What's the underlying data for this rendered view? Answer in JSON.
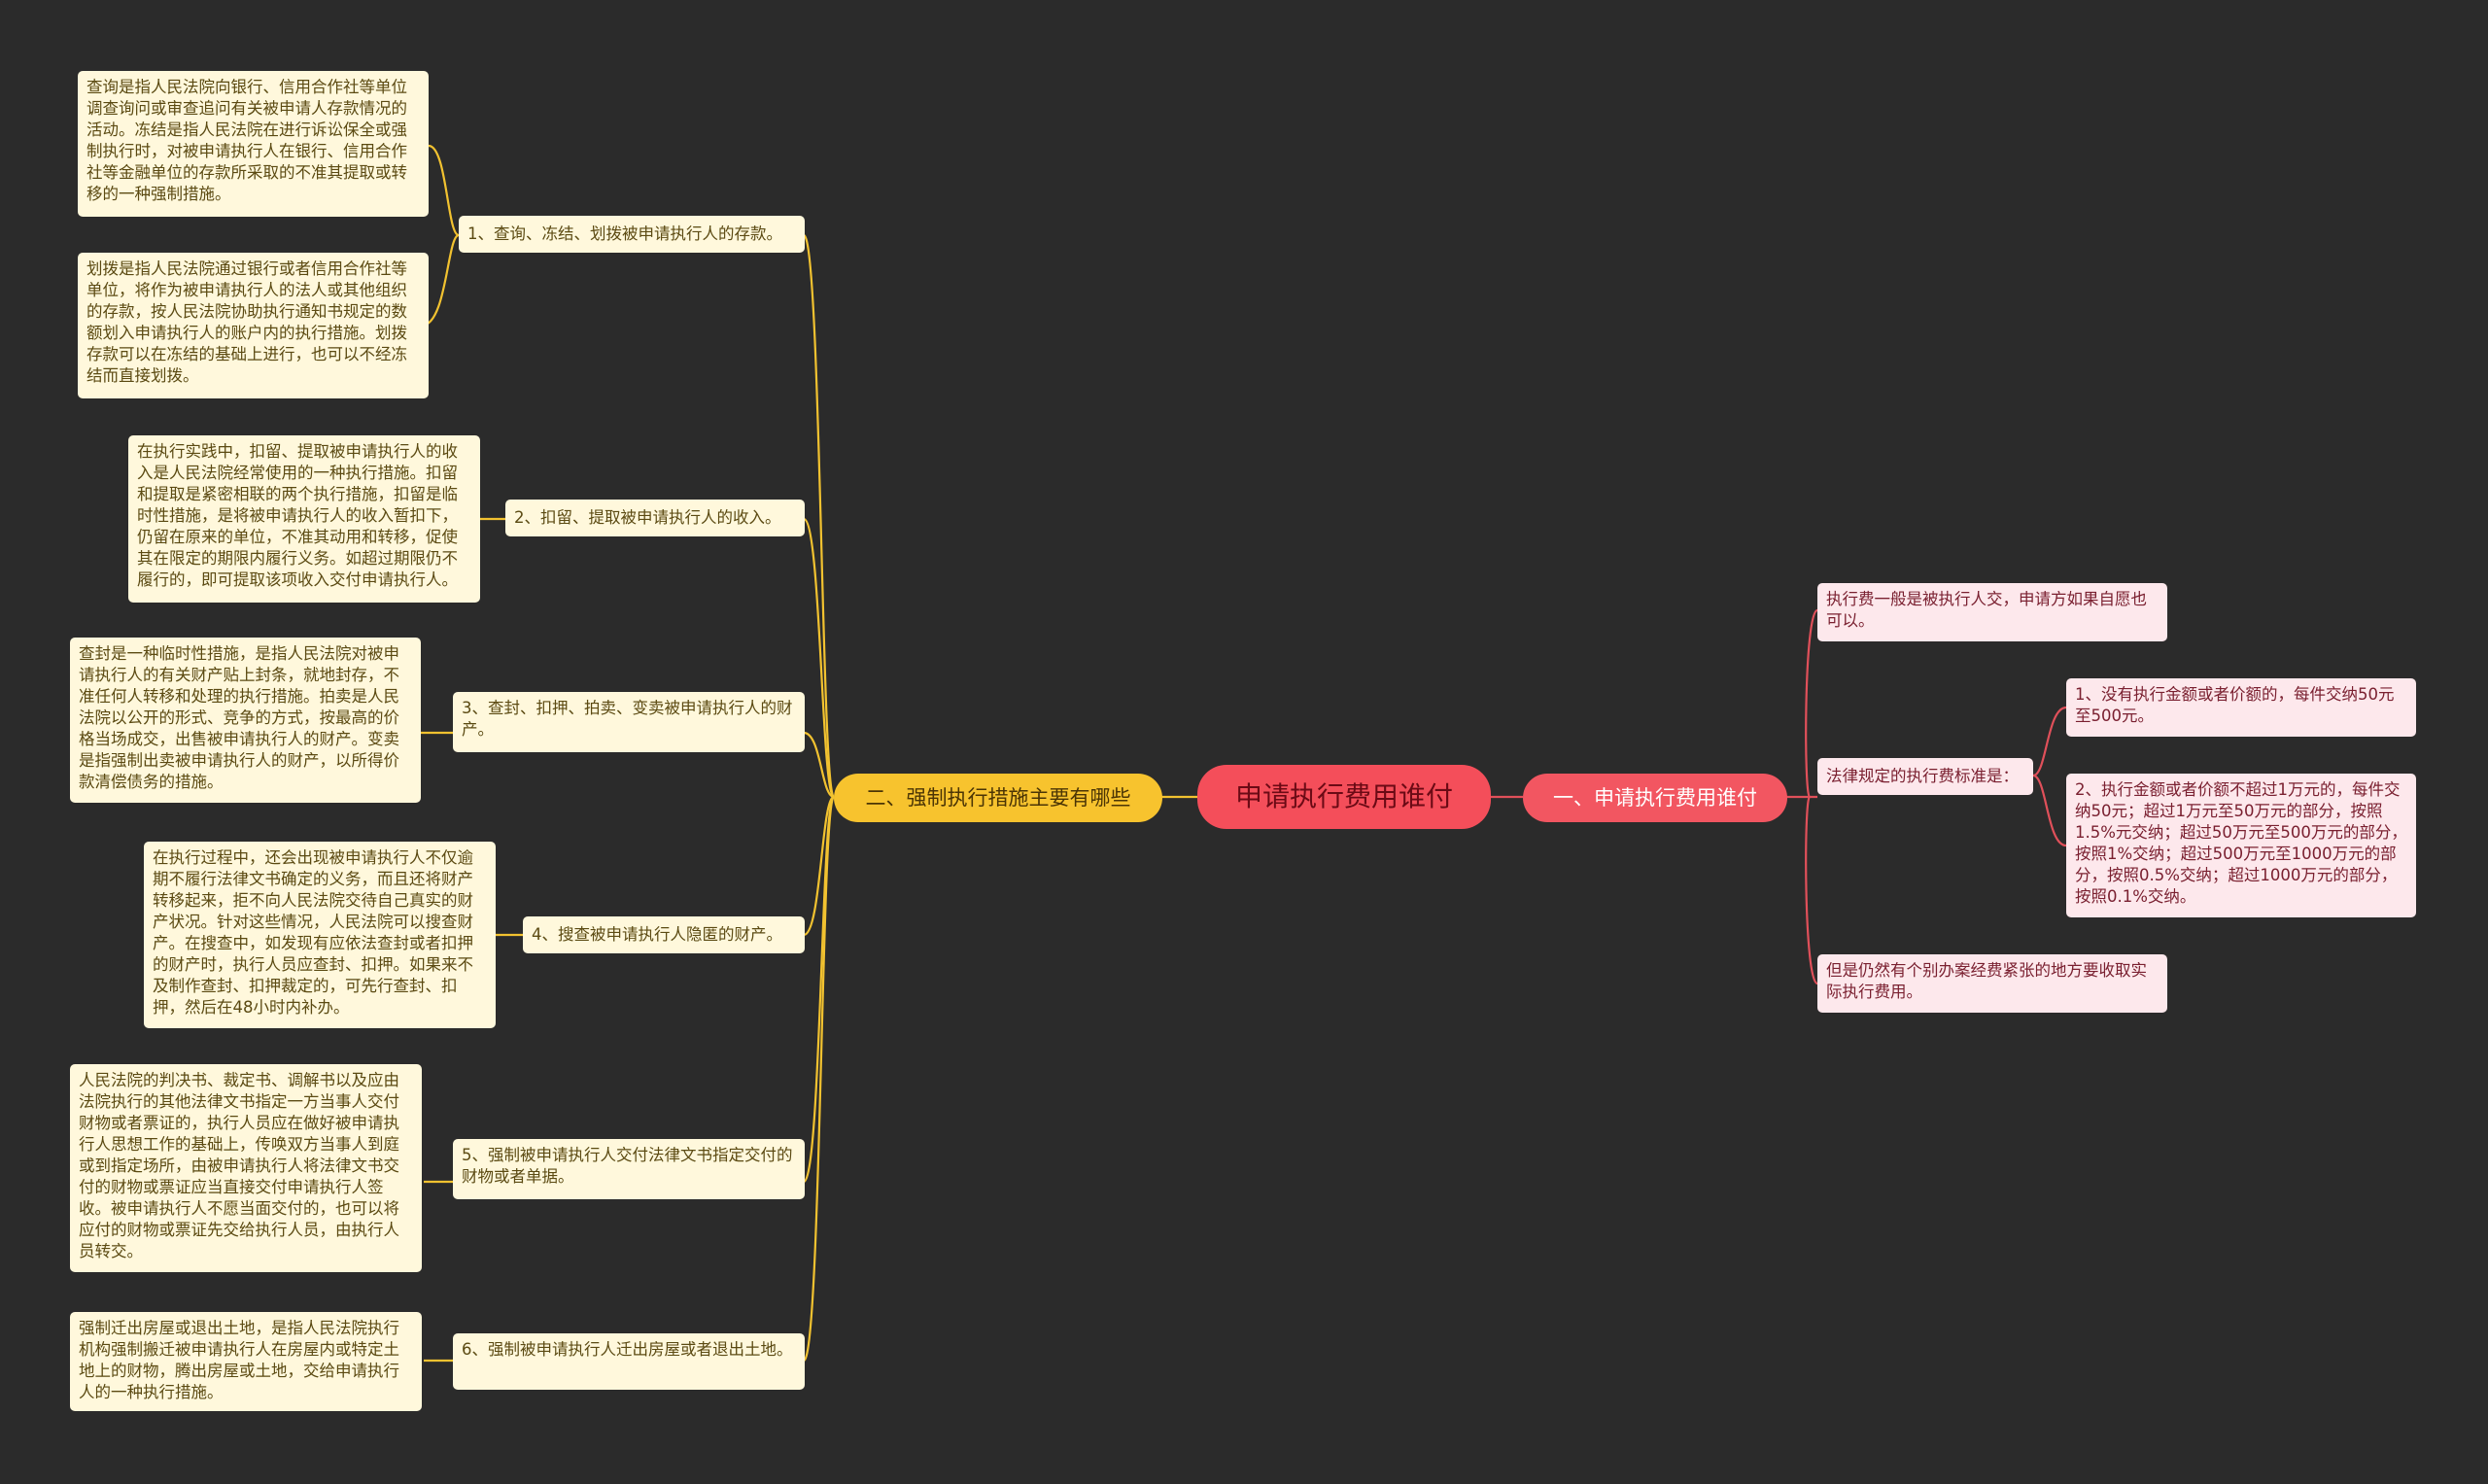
{
  "root": "申请执行费用谁付",
  "left_branch": {
    "title": "二、强制执行措施主要有哪些",
    "items": [
      {
        "label": "1、查询、冻结、划拨被申请执行人的存款。",
        "details": [
          "查询是指人民法院向银行、信用合作社等单位调查询问或审查追问有关被申请人存款情况的活动。冻结是指人民法院在进行诉讼保全或强制执行时，对被申请执行人在银行、信用合作社等金融单位的存款所采取的不准其提取或转移的一种强制措施。",
          "划拨是指人民法院通过银行或者信用合作社等单位，将作为被申请执行人的法人或其他组织的存款，按人民法院协助执行通知书规定的数额划入申请执行人的账户内的执行措施。划拨存款可以在冻结的基础上进行，也可以不经冻结而直接划拨。"
        ]
      },
      {
        "label": "2、扣留、提取被申请执行人的收入。",
        "details": [
          "在执行实践中，扣留、提取被申请执行人的收入是人民法院经常使用的一种执行措施。扣留和提取是紧密相联的两个执行措施，扣留是临时性措施，是将被申请执行人的收入暂扣下，仍留在原来的单位，不准其动用和转移，促使其在限定的期限内履行义务。如超过期限仍不履行的，即可提取该项收入交付申请执行人。"
        ]
      },
      {
        "label": "3、查封、扣押、拍卖、变卖被申请执行人的财产。",
        "details": [
          "查封是一种临时性措施，是指人民法院对被申请执行人的有关财产贴上封条，就地封存，不准任何人转移和处理的执行措施。拍卖是人民法院以公开的形式、竞争的方式，按最高的价格当场成交，出售被申请执行人的财产。变卖是指强制出卖被申请执行人的财产，以所得价款清偿债务的措施。"
        ]
      },
      {
        "label": "4、搜查被申请执行人隐匿的财产。",
        "details": [
          "在执行过程中，还会出现被申请执行人不仅逾期不履行法律文书确定的义务，而且还将财产转移起来，拒不向人民法院交待自己真实的财产状况。针对这些情况，人民法院可以搜查财产。在搜查中，如发现有应依法查封或者扣押的财产时，执行人员应查封、扣押。如果来不及制作查封、扣押裁定的，可先行查封、扣押，然后在48小时内补办。"
        ]
      },
      {
        "label": "5、强制被申请执行人交付法律文书指定交付的财物或者单据。",
        "details": [
          "人民法院的判决书、裁定书、调解书以及应由法院执行的其他法律文书指定一方当事人交付财物或者票证的，执行人员应在做好被申请执行人思想工作的基础上，传唤双方当事人到庭或到指定场所，由被申请执行人将法律文书交付的财物或票证应当直接交付申请执行人签收。被申请执行人不愿当面交付的，也可以将应付的财物或票证先交给执行人员，由执行人员转交。"
        ]
      },
      {
        "label": "6、强制被申请执行人迁出房屋或者退出土地。",
        "details": [
          "强制迁出房屋或退出土地，是指人民法院执行机构强制搬迁被申请执行人在房屋内或特定土地上的财物，腾出房屋或土地，交给申请执行人的一种执行措施。"
        ]
      }
    ]
  },
  "right_branch": {
    "title": "一、申请执行费用谁付",
    "items": [
      {
        "label": "执行费一般是被执行人交，申请方如果自愿也可以。"
      },
      {
        "label": "法律规定的执行费标准是：",
        "children": [
          "1、没有执行金额或者价额的，每件交纳50元至500元。",
          "2、执行金额或者价额不超过1万元的，每件交纳50元；超过1万元至50万元的部分，按照1.5%元交纳；超过50万元至500万元的部分，按照1%交纳；超过500万元至1000万元的部分，按照0.5%交纳；超过1000万元的部分，按照0.1%交纳。"
        ]
      },
      {
        "label": "但是仍然有个别办案经费紧张的地方要收取实际执行费用。"
      }
    ]
  },
  "colors": {
    "background": "#2b2b2b",
    "left_line": "#f2c230",
    "right_line": "#e0505a",
    "root": "#f44e5a"
  }
}
